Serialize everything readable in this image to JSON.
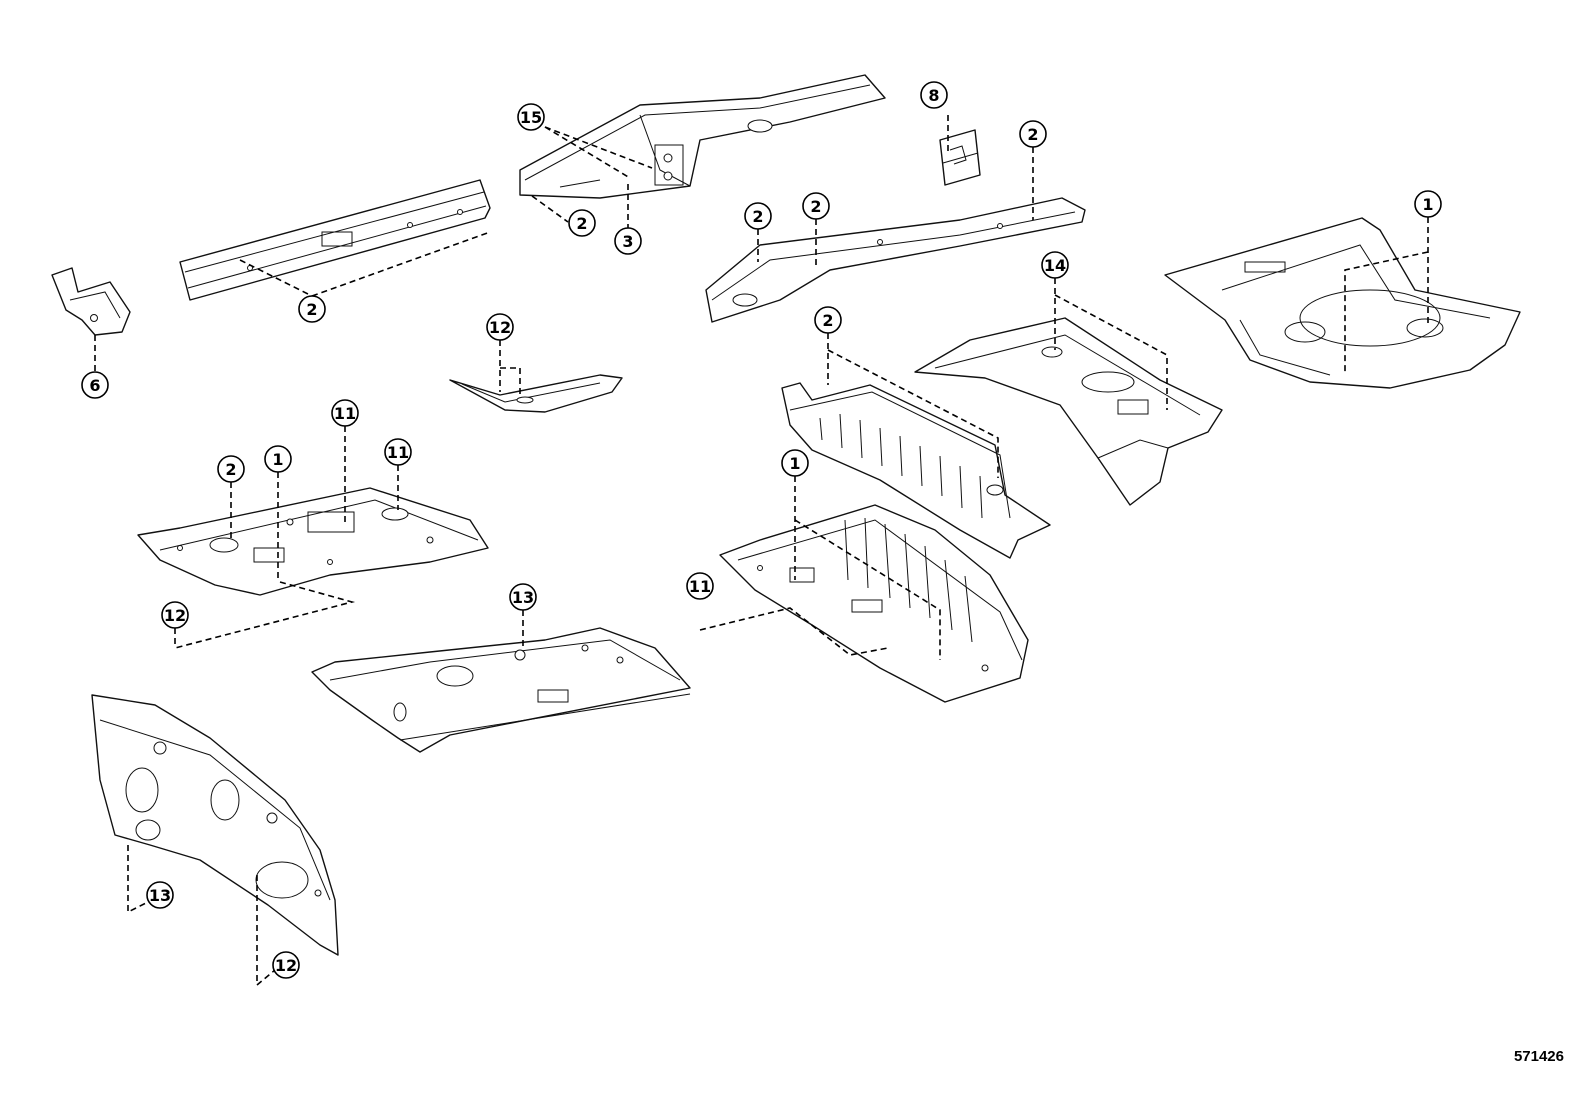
{
  "reference_code": "571426",
  "callouts": [
    "15",
    "2",
    "3",
    "8",
    "2",
    "2",
    "2",
    "1",
    "6",
    "2",
    "14",
    "2",
    "1",
    "11",
    "11",
    "1",
    "12",
    "13",
    "11",
    "13",
    "12",
    "12",
    "2"
  ]
}
